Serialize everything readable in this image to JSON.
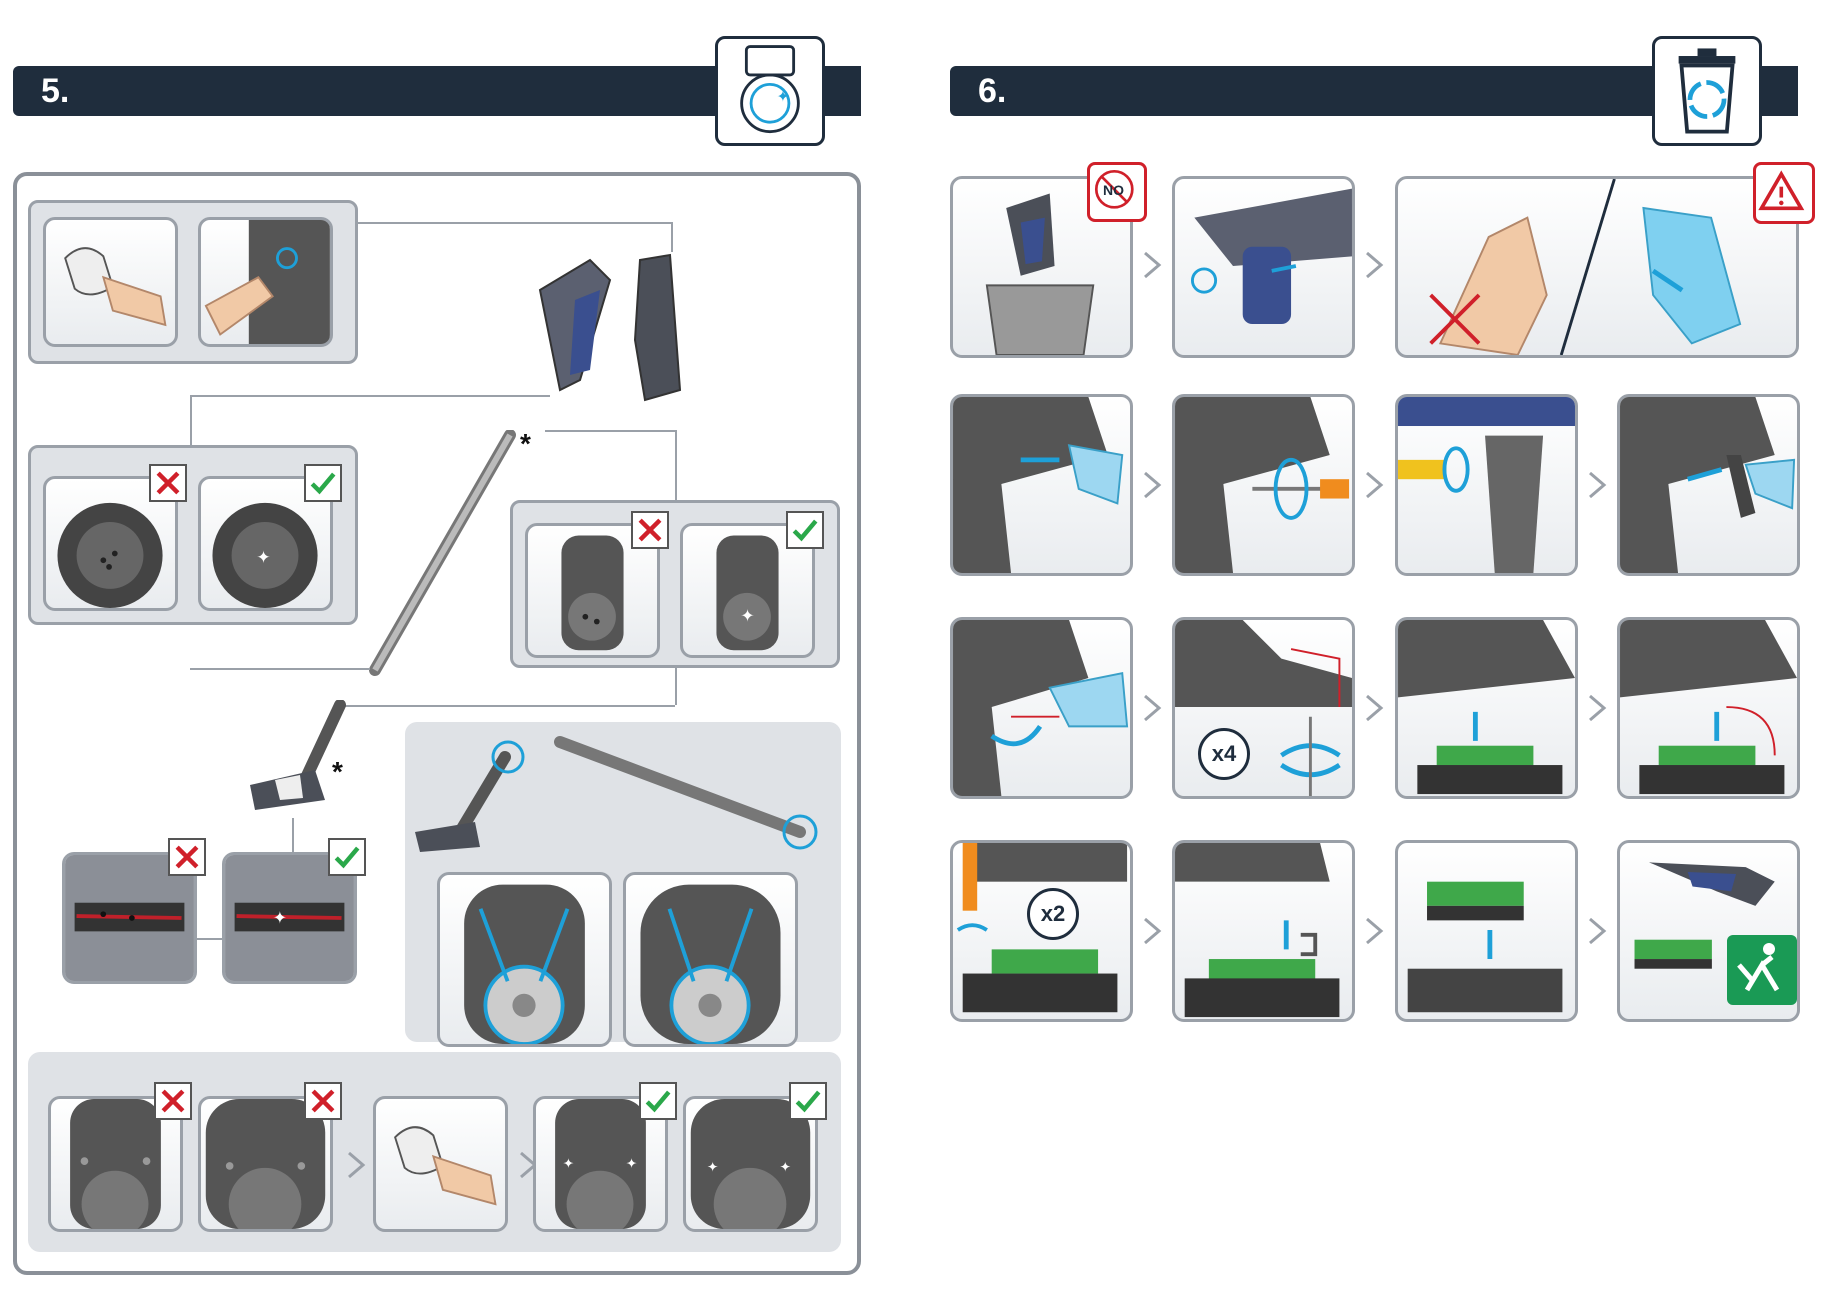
{
  "sections": {
    "s5": {
      "number": "5."
    },
    "s6": {
      "number": "6."
    }
  },
  "labels": {
    "optional_marker": "*",
    "screws_four": "x4",
    "screws_two": "x2",
    "no_sign": "NO"
  },
  "icons": {
    "s5_badge": "filter-clean-icon",
    "s6_badge": "recycle-bin-icon",
    "warning": "warning-triangle-icon",
    "exit": "disposal-person-icon"
  },
  "colors": {
    "header_bar": "#1f2d3d",
    "accent_blue": "#1ea0d8",
    "wrong_red": "#d0202a",
    "right_green": "#2aa84a",
    "frame_gray": "#8a9098",
    "panel_gray": "#dfe2e6"
  }
}
